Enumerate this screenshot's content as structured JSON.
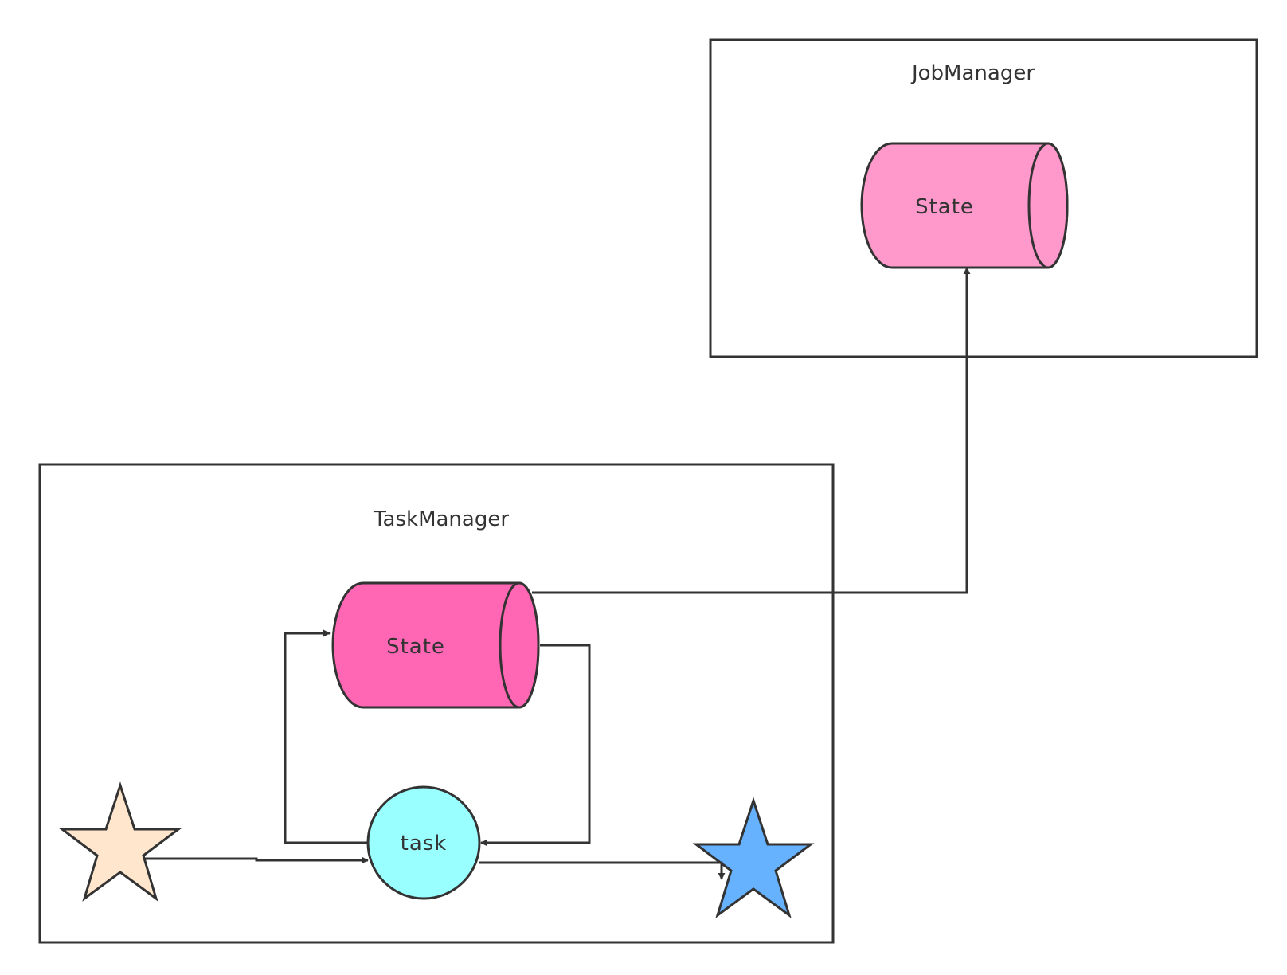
{
  "job_manager": {
    "title": "JobManager",
    "state_label": "State",
    "state_color": "#FF99CC"
  },
  "task_manager": {
    "title": "TaskManager",
    "state_label": "State",
    "state_color": "#FF66B3",
    "task_label": "task",
    "task_color": "#99FFFF",
    "source_star_color": "#FFE6CC",
    "sink_star_color": "#66B2FF"
  },
  "colors": {
    "stroke": "#333333",
    "background": "#FFFFFF"
  }
}
